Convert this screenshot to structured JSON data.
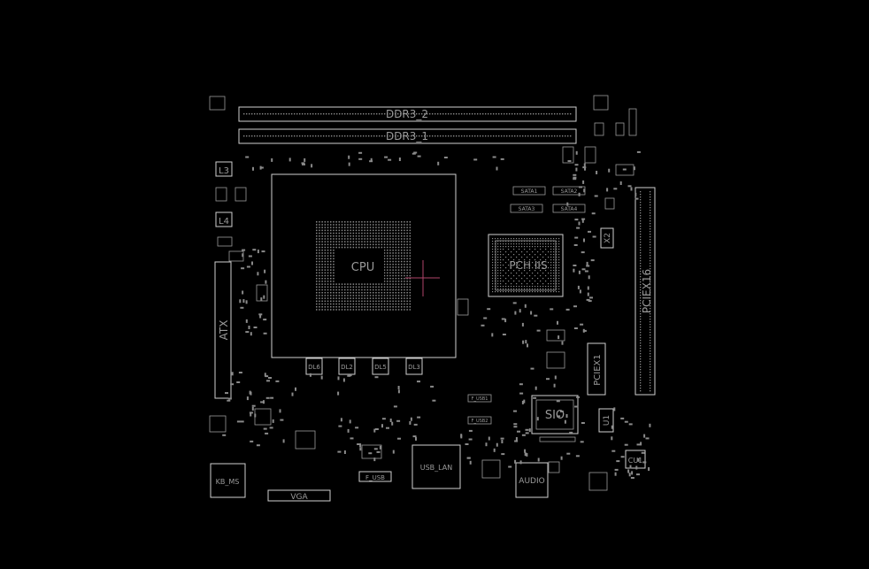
{
  "colors": {
    "background": "#000000",
    "outline": "#cfcfcf",
    "label": "#9a9a9a",
    "crosshair": "#b0446a"
  },
  "labels": {
    "ddr3_2": "DDR3_2",
    "ddr3_1": "DDR3_1",
    "cpu": "CPU",
    "pch": "PCH IIS",
    "pciex16": "PCIEX16",
    "pciex1": "PCIEX1",
    "sio": "SIO",
    "atx": "ATX",
    "l3": "L3",
    "l4": "L4",
    "x2": "X2",
    "u1": "U1",
    "cu1": "CU1",
    "kb_ms": "KB_MS",
    "vga": "VGA",
    "usb_lan": "USB_LAN",
    "audio": "AUDIO",
    "f_usb": "F_USB",
    "dl6": "DL6",
    "dl2": "DL2",
    "dl5": "DL5",
    "dl3": "DL3",
    "sata1": "SATA1",
    "sata2": "SATA2",
    "sata3": "SATA3",
    "sata4": "SATA4",
    "f_usb1": "F_USB1",
    "f_usb2": "F_USB2"
  }
}
